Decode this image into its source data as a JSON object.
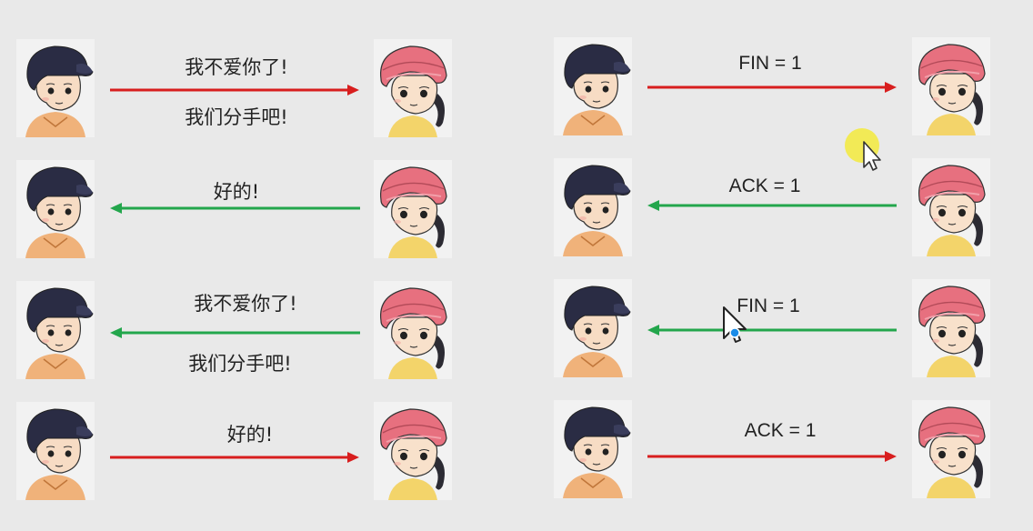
{
  "colors": {
    "background": "#e9e9e9",
    "red_arrow": "#d81e1e",
    "green_arrow": "#23a64c",
    "cursor_highlight": "#f3ea3c",
    "cursor_dot": "#1a8ce8"
  },
  "rows": [
    {
      "left_panel": {
        "lines": [
          "我不爱你了!",
          "我们分手吧!"
        ],
        "direction": "right",
        "color": "red"
      },
      "right_panel": {
        "label": "FIN = 1",
        "direction": "right",
        "color": "red"
      }
    },
    {
      "left_panel": {
        "lines": [
          "好的!"
        ],
        "direction": "left",
        "color": "green"
      },
      "right_panel": {
        "label": "ACK = 1",
        "direction": "left",
        "color": "green"
      }
    },
    {
      "left_panel": {
        "lines": [
          "我不爱你了!",
          "我们分手吧!"
        ],
        "direction": "left",
        "color": "green"
      },
      "right_panel": {
        "label": "FIN = 1",
        "direction": "left",
        "color": "green"
      }
    },
    {
      "left_panel": {
        "lines": [
          "好的!"
        ],
        "direction": "right",
        "color": "red"
      },
      "right_panel": {
        "label": "ACK = 1",
        "direction": "right",
        "color": "red"
      }
    }
  ],
  "icons": {
    "left_person": "boy-avatar-icon",
    "right_person": "girl-avatar-icon",
    "cursor": "mouse-cursor-icon"
  }
}
